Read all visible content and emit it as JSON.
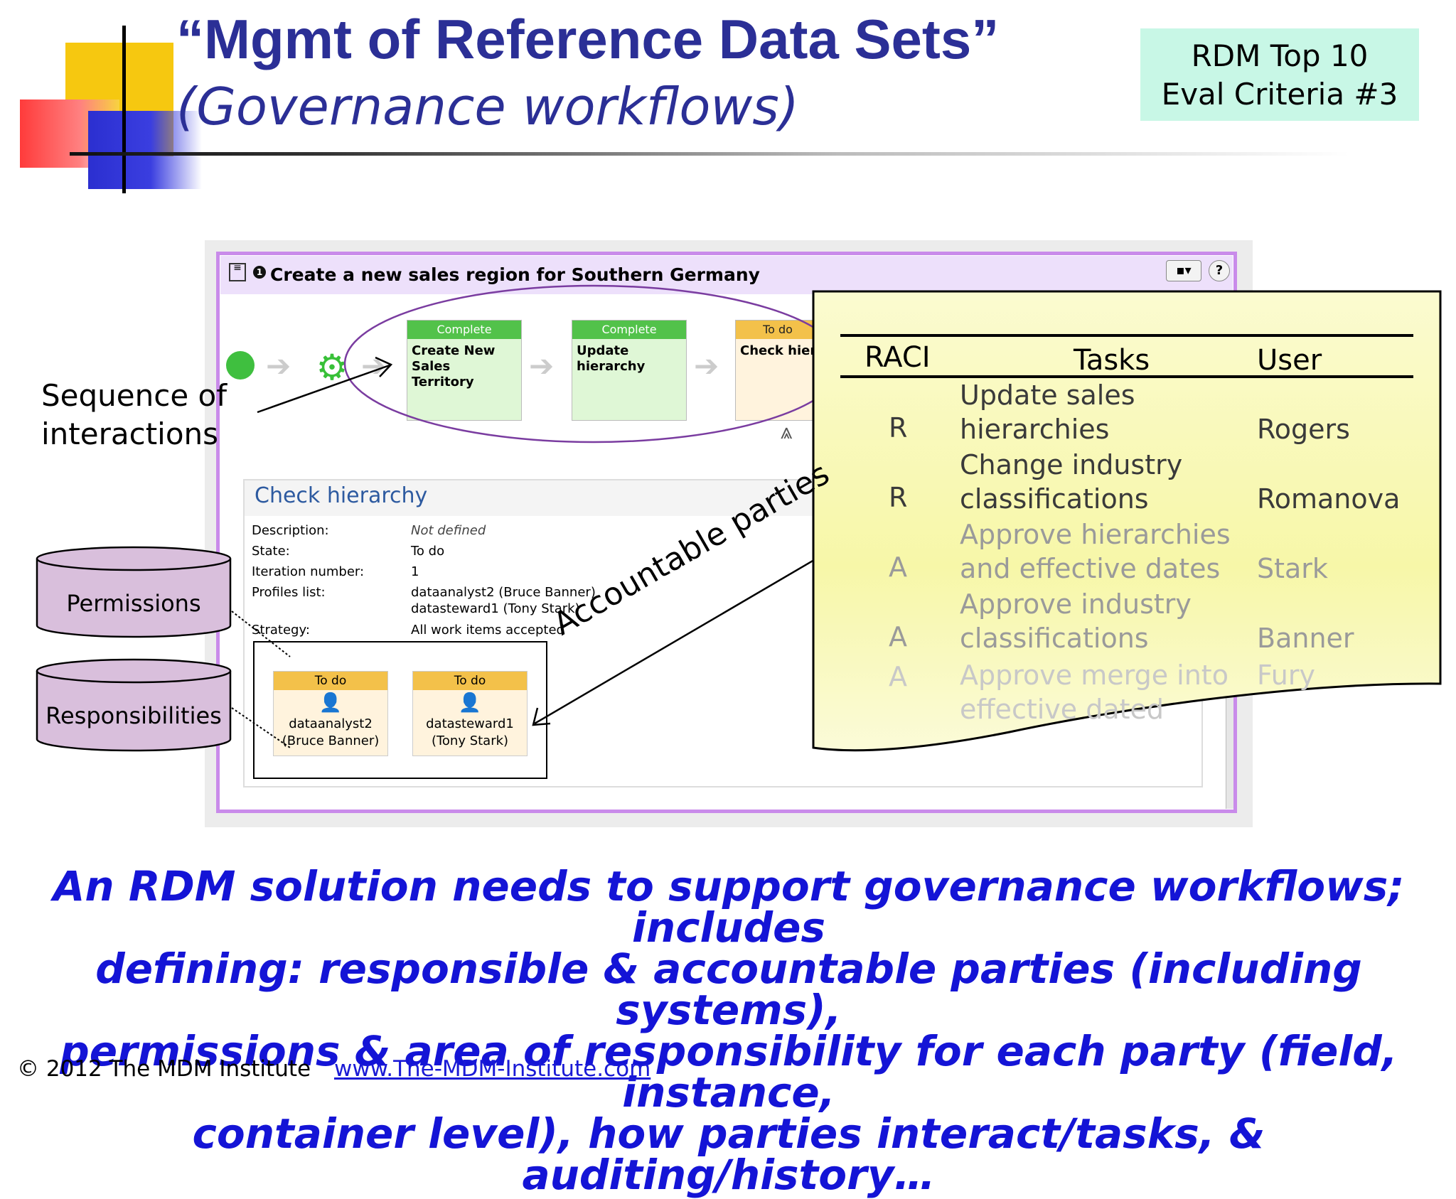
{
  "slide": {
    "title_line1": "“Mgmt of Reference Data Sets”",
    "title_line2": "(Governance workflows)",
    "badge_line1": "RDM Top 10",
    "badge_line2": "Eval Criteria #3"
  },
  "app": {
    "title": "Create a new sales region for Southern Germany",
    "header_number": "1",
    "view_button": "▪▾",
    "help_button": "?",
    "workflow": {
      "steps": [
        {
          "status": "Complete",
          "name": "Create New Sales Territory"
        },
        {
          "status": "Complete",
          "name": "Update hierarchy"
        },
        {
          "status": "To do",
          "name": "Check hiera"
        }
      ]
    },
    "detail": {
      "title": "Check hierarchy",
      "fields": [
        {
          "label": "Description:",
          "value": "Not defined"
        },
        {
          "label": "State:",
          "value": "To do"
        },
        {
          "label": "Iteration number:",
          "value": "1"
        },
        {
          "label": "Profiles list:",
          "value": "dataanalyst2 (Bruce Banner)",
          "value2": "datasteward1 (Tony Stark)"
        },
        {
          "label": "Strategy:",
          "value": "All work items accepted"
        }
      ],
      "cards": [
        {
          "status": "To do",
          "name": "dataanalyst2",
          "person": "(Bruce Banner)"
        },
        {
          "status": "To do",
          "name": "datasteward1",
          "person": "(Tony Stark)"
        }
      ]
    }
  },
  "raci": {
    "headers": {
      "raci": "RACI",
      "tasks": "Tasks",
      "user": "User"
    },
    "rows": [
      {
        "code": "R",
        "task1": "Update sales",
        "task2": "hierarchies",
        "user": "Rogers"
      },
      {
        "code": "R",
        "task1": "Change industry",
        "task2": "classifications",
        "user": "Romanova"
      },
      {
        "code": "A",
        "task1": "Approve hierarchies",
        "task2": "and effective dates",
        "user": "Stark"
      },
      {
        "code": "A",
        "task1": "Approve industry",
        "task2": "classifications",
        "user": "Banner"
      },
      {
        "code": "A",
        "task1": "Approve merge into",
        "task2": "effective dated",
        "user": "Fury"
      }
    ]
  },
  "annotations": {
    "sequence_line1": "Sequence of",
    "sequence_line2": "interactions",
    "accountable": "Accountable parties",
    "permissions": "Permissions",
    "responsibilities": "Responsibilities"
  },
  "bottom_text": {
    "line1": "An RDM solution needs to support governance workflows; includes",
    "line2": "defining: responsible & accountable parties (including systems),",
    "line3": "permissions & area of responsibility for each party (field, instance,",
    "line4": "container level), how parties interact/tasks,  & auditing/history…"
  },
  "footer": {
    "copyright": "©  2012 The MDM Institute",
    "link": "www.The-MDM-Institute.com"
  },
  "colors": {
    "title_blue": "#2b2f96",
    "bottom_blue": "#1414d6",
    "badge_bg": "#c8f7e6",
    "complete_green": "#52c24a",
    "todo_orange": "#f3c14a",
    "purple_border": "#c98bea",
    "cylinder_fill": "#d9bfdc",
    "raci_yellow": "#f7f7a8"
  }
}
